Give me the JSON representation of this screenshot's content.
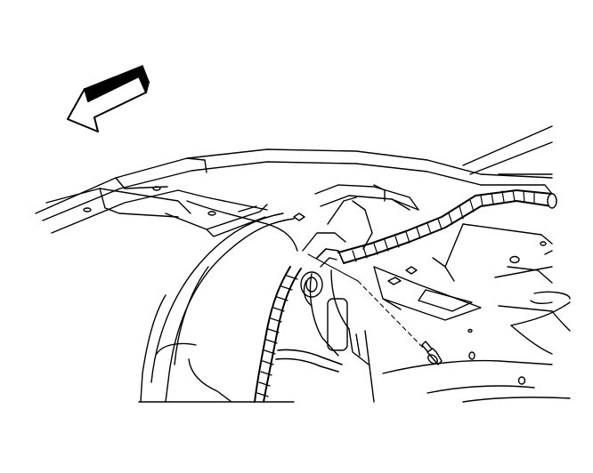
{
  "figure": {
    "type": "service-manual-line-illustration",
    "background_color": "#ffffff",
    "line_color": "#000000",
    "orientation_arrow": {
      "icon": "direction-arrow-icon",
      "points_to": "front-left",
      "style": "outlined-3d"
    },
    "parts": [
      {
        "name": "wiring-harness",
        "style": "wrapped-conduit"
      },
      {
        "name": "harness-retainer-bolt",
        "style": "fastener-with-leader-line"
      },
      {
        "name": "roof-rail-panel"
      },
      {
        "name": "trunk-floor-panel"
      },
      {
        "name": "wheelhouse-panel"
      }
    ]
  }
}
